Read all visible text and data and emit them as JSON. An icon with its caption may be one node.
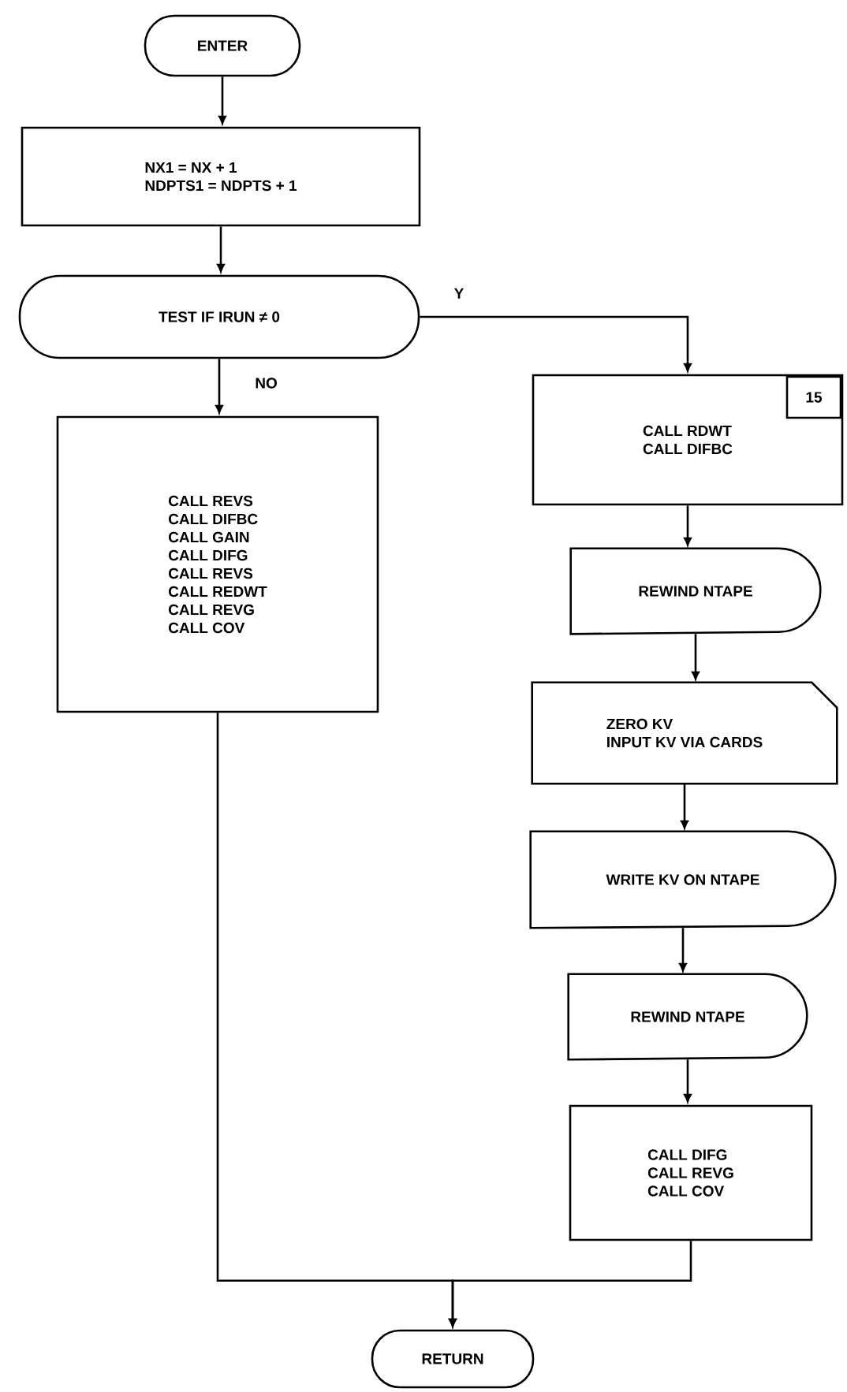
{
  "diagram": {
    "nodes": [
      {
        "text": [
          "ENTER"
        ]
      },
      {
        "text": [
          "NX1 = NX + 1",
          "NDPTS1 = NDPTS + 1"
        ]
      },
      {
        "text": [
          "TEST IF IRUN ≠ 0"
        ]
      },
      {
        "text": [
          "CALL REVS",
          "CALL DIFBC",
          "CALL GAIN",
          "CALL DIFG",
          "CALL REVS",
          "CALL REDWT",
          "CALL REVG",
          "CALL COV"
        ]
      },
      {
        "text": [
          "CALL RDWT",
          "CALL DIFBC"
        ]
      },
      {
        "text": [
          "15"
        ],
        "in": 4
      },
      {
        "text": [
          "REWIND NTAPE"
        ]
      },
      {
        "text": [
          "ZERO KV",
          "INPUT KV VIA CARDS"
        ]
      },
      {
        "text": [
          "WRITE KV ON NTAPE"
        ]
      },
      {
        "text": [
          "REWIND NTAPE"
        ]
      },
      {
        "text": [
          "CALL DIFG",
          "CALL REVG",
          "CALL COV"
        ]
      },
      {
        "text": [
          "RETURN"
        ]
      }
    ],
    "edges": [
      {
        "from": 0,
        "to": 1,
        "arrow": "to"
      },
      {
        "from": 1,
        "to": 2,
        "arrow": "to"
      },
      {
        "from": 2,
        "to": 3,
        "arrow": "to",
        "label": "NO"
      },
      {
        "from": 2,
        "to": 4,
        "arrow": "to",
        "label": "Y"
      },
      {
        "from": 4,
        "to": 6,
        "arrow": "to"
      },
      {
        "from": 6,
        "to": 7,
        "arrow": "to"
      },
      {
        "from": 7,
        "to": 8,
        "arrow": "to"
      },
      {
        "from": 8,
        "to": 9,
        "arrow": "to"
      },
      {
        "from": 9,
        "to": 10,
        "arrow": "to"
      },
      {
        "from": 3,
        "to": 11,
        "arrow": "to"
      },
      {
        "from": 10,
        "to": 11,
        "arrow": "to"
      }
    ]
  }
}
